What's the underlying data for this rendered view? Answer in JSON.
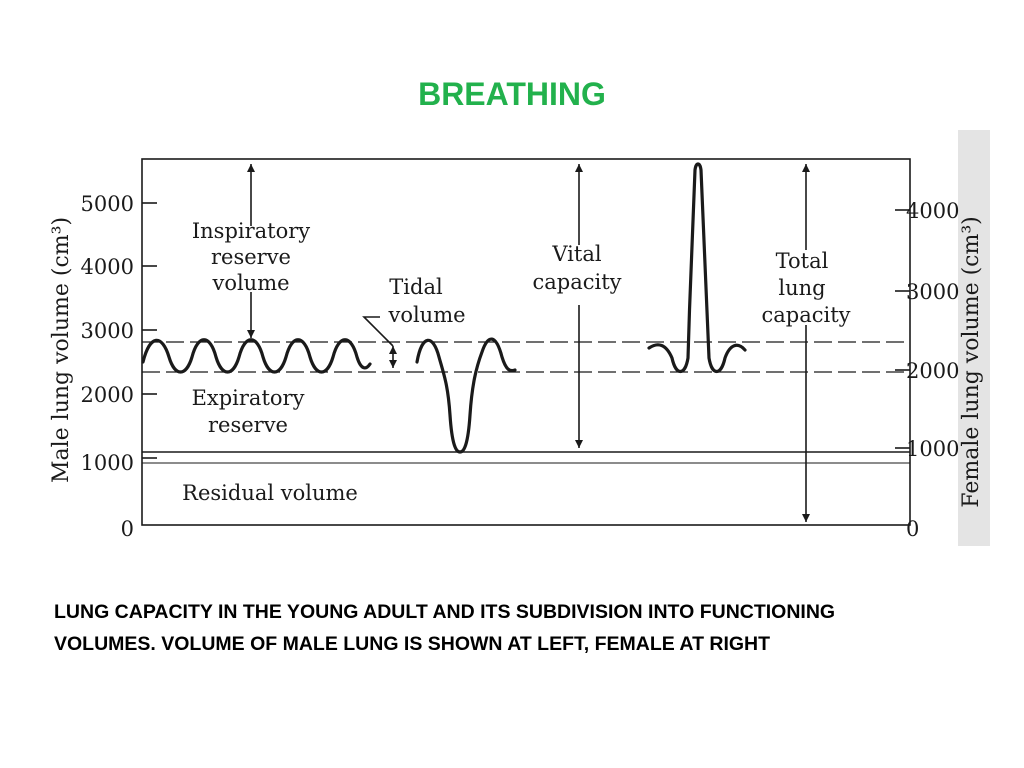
{
  "title": "BREATHING",
  "diagram": {
    "left_axis": {
      "label": "Male lung volume (cm³)",
      "ticks": [
        "5000",
        "4000",
        "3000",
        "2000",
        "1000",
        "0"
      ]
    },
    "right_axis": {
      "label": "Female lung volume (cm³)",
      "ticks": [
        "4000",
        "3000",
        "2000",
        "1000",
        "0"
      ]
    },
    "labels": {
      "inspiratory": [
        "Inspiratory",
        "reserve",
        "volume"
      ],
      "expiratory": [
        "Expiratory",
        "reserve"
      ],
      "tidal": [
        "Tidal",
        "volume"
      ],
      "vital": [
        "Vital",
        "capacity"
      ],
      "total": [
        "Total",
        "lung",
        "capacity"
      ],
      "residual": "Residual volume"
    }
  },
  "caption": {
    "line1": "LUNG CAPACITY IN THE YOUNG ADULT AND ITS SUBDIVISION INTO FUNCTIONING",
    "line2": "VOLUMES.  VOLUME OF MALE LUNG IS SHOWN AT LEFT, FEMALE AT RIGHT"
  }
}
